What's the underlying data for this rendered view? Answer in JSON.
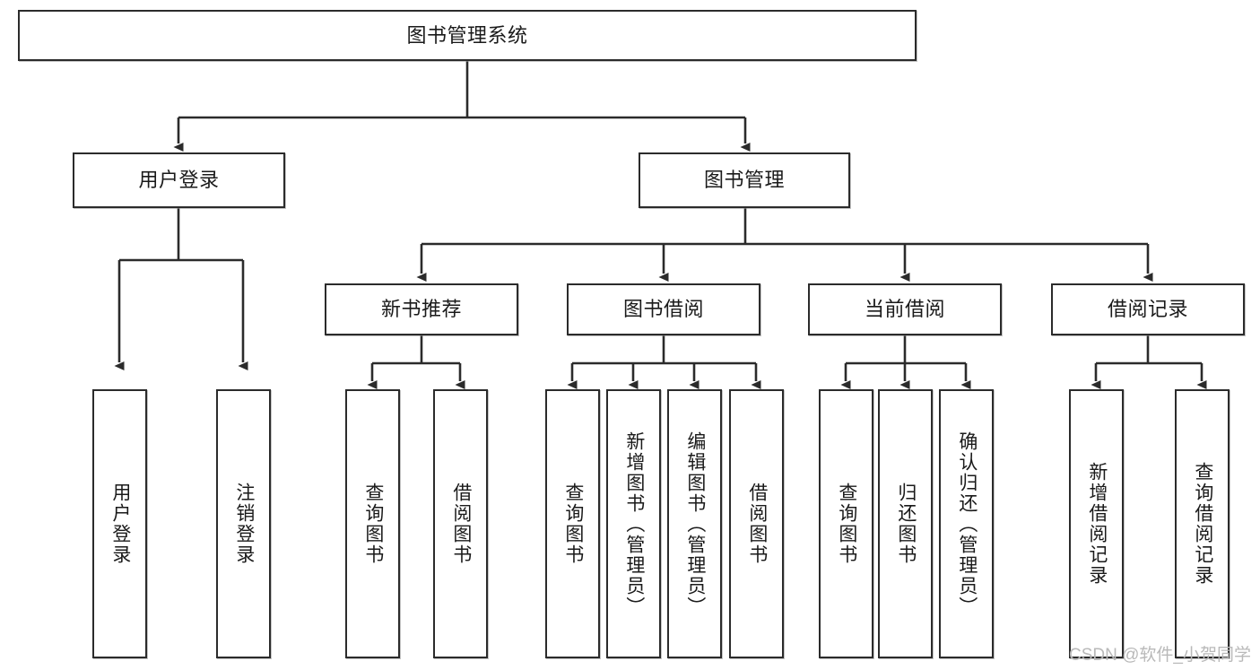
{
  "diagram": {
    "title": "图书管理系统",
    "type": "功能结构图",
    "style": {
      "box_border_color": "#2b2b2b",
      "box_fill_color": "#ffffff",
      "line_color": "#2b2b2b",
      "text_color": "#1a1a1a",
      "watermark_color": "#b9b9b9",
      "background": "#ffffff"
    }
  },
  "nodes": {
    "root": {
      "label": "图书管理系统"
    },
    "level2": [
      {
        "id": "user-login",
        "label": "用户登录"
      },
      {
        "id": "book-management",
        "label": "图书管理"
      }
    ],
    "level3": [
      {
        "id": "new-book-recommend",
        "label": "新书推荐"
      },
      {
        "id": "book-borrow",
        "label": "图书借阅"
      },
      {
        "id": "current-borrow",
        "label": "当前借阅"
      },
      {
        "id": "borrow-record",
        "label": "借阅记录"
      }
    ],
    "leaves": {
      "user_login": [
        {
          "id": "leaf-user-login",
          "label": "用户登录"
        },
        {
          "id": "leaf-logout-login",
          "label": "注销登录"
        }
      ],
      "new_book_recommend": [
        {
          "id": "leaf-query-book-1",
          "label": "查询图书"
        },
        {
          "id": "leaf-borrow-book-1",
          "label": "借阅图书"
        }
      ],
      "book_borrow": [
        {
          "id": "leaf-query-book-2",
          "label": "查询图书"
        },
        {
          "id": "leaf-add-book",
          "label": "新增图书（管理员）"
        },
        {
          "id": "leaf-edit-book",
          "label": "编辑图书（管理员）"
        },
        {
          "id": "leaf-borrow-book-2",
          "label": "借阅图书"
        }
      ],
      "current_borrow": [
        {
          "id": "leaf-query-book-3",
          "label": "查询图书"
        },
        {
          "id": "leaf-return-book",
          "label": "归还图书"
        },
        {
          "id": "leaf-confirm-return",
          "label": "确认归还（管理员）"
        }
      ],
      "borrow_record": [
        {
          "id": "leaf-add-record",
          "label": "新增借阅记录"
        },
        {
          "id": "leaf-query-record",
          "label": "查询借阅记录"
        }
      ]
    }
  },
  "watermark": {
    "text": "CSDN @软件_小贺同学"
  }
}
